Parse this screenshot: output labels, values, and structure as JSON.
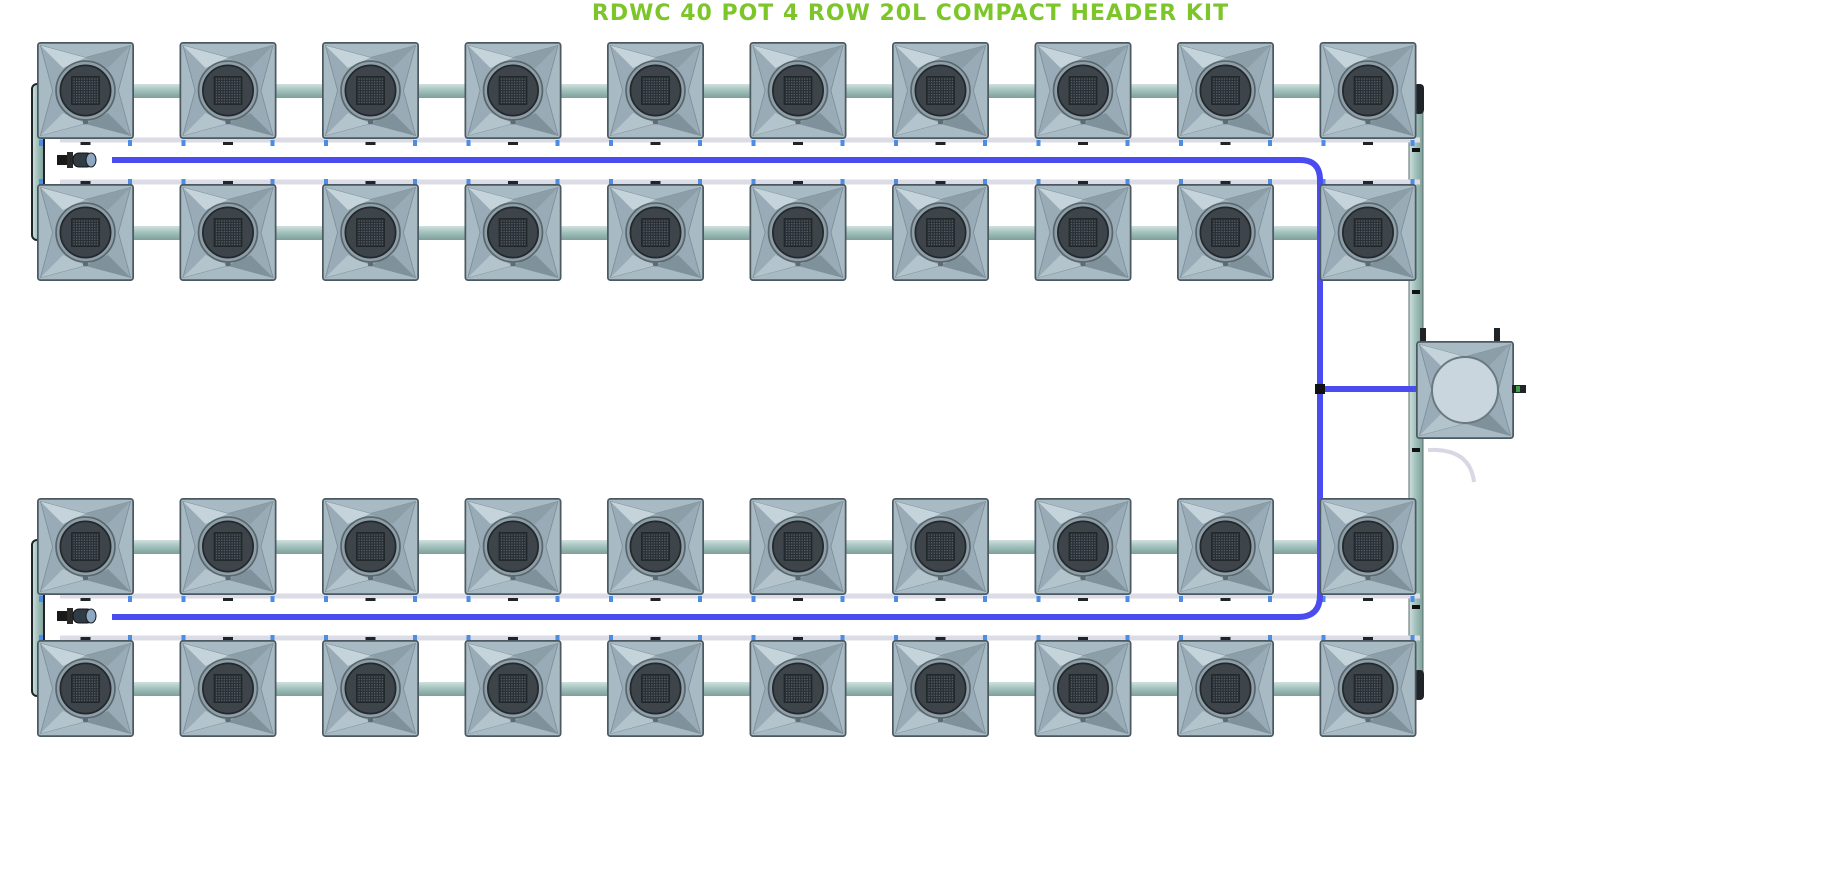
{
  "title": "RDWC 40 POT 4 ROW 20L COMPACT HEADER KIT",
  "layout": {
    "rows": 4,
    "pots_per_row": 10,
    "control_bucket_count": 1,
    "total_pots": 40
  },
  "colors": {
    "title": "#7dc62a",
    "pot_body": "#a9bcc6",
    "pot_dark": "#3e454c",
    "pipe": "#a9c6c2",
    "return_line": "#4a4cf0",
    "feed_line": "#dcdce6",
    "fitting": "#4a8ce6"
  }
}
